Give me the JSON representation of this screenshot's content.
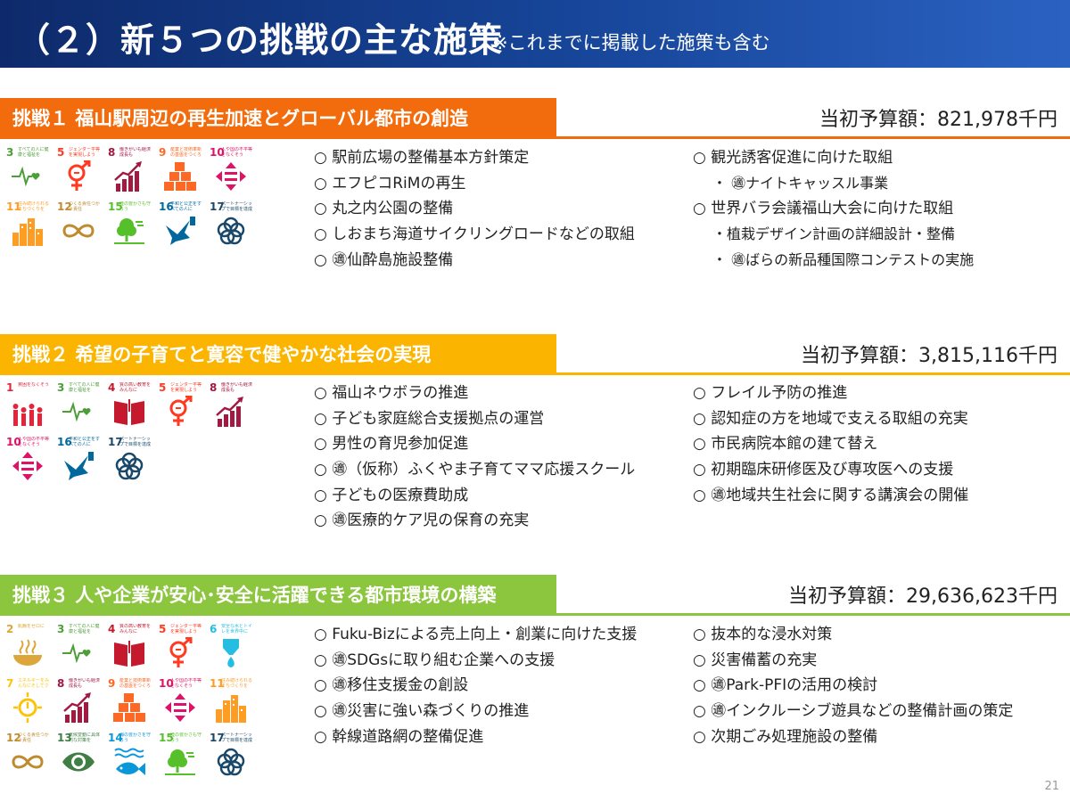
{
  "title": {
    "main": "（２）新５つの挑戦の主な施策",
    "sub": "※これまでに掲載した施策も含む"
  },
  "sections": [
    {
      "label": "挑戦１ 福山駅周辺の再生加速とグローバル都市の創造",
      "budget": "当初予算額：821,978千円",
      "accent": "#f26c0d",
      "sdgs": [
        {
          "n": "3",
          "cap": "すべての人に健康と福祉を",
          "icon": "heartbeat-icon",
          "color": "#4c9f38"
        },
        {
          "n": "5",
          "cap": "ジェンダー平等を実現しよう",
          "icon": "gender-icon",
          "color": "#ff3a21"
        },
        {
          "n": "8",
          "cap": "働きがいも経済成長も",
          "icon": "growth-icon",
          "color": "#a21942"
        },
        {
          "n": "9",
          "cap": "産業と技術革新の基盤をつくろう",
          "icon": "cubes-icon",
          "color": "#fd6925"
        },
        {
          "n": "10",
          "cap": "人や国の不平等をなくそう",
          "icon": "equality-icon",
          "color": "#dd1367"
        },
        {
          "n": "11",
          "cap": "住み続けられるまちづくりを",
          "icon": "city-icon",
          "color": "#fd9d24"
        },
        {
          "n": "12",
          "cap": "つくる責任つかう責任",
          "icon": "infinity-icon",
          "color": "#bf8b2e"
        },
        {
          "n": "15",
          "cap": "陸の豊かさも守ろう",
          "icon": "tree-icon",
          "color": "#56c02b"
        },
        {
          "n": "16",
          "cap": "平和と公正をすべての人に",
          "icon": "dove-icon",
          "color": "#00689d"
        },
        {
          "n": "17",
          "cap": "パートナーシップで目標を達成しよう",
          "icon": "flower-icon",
          "color": "#19486a"
        }
      ],
      "left": [
        "○ 駅前広場の整備基本方針策定",
        "○ エフピコRiMの再生",
        "○ 丸之内公園の整備",
        "○ しおまち海道サイクリングロードなどの取組",
        "○ ㊜仙酔島施設整備"
      ],
      "right": [
        {
          "t": "○ 観光誘客促進に向けた取組",
          "sub": false
        },
        {
          "t": "・ ㊜ナイトキャッスル事業",
          "sub": true
        },
        {
          "t": "○ 世界バラ会議福山大会に向けた取組",
          "sub": false
        },
        {
          "t": "・植栽デザイン計画の詳細設計・整備",
          "sub": true
        },
        {
          "t": "・ ㊜ばらの新品種国際コンテストの実施",
          "sub": true
        }
      ]
    },
    {
      "label": "挑戦２ 希望の子育てと寛容で健やかな社会の実現",
      "budget": "当初予算額：3,815,116千円",
      "accent": "#fbb500",
      "sdgs": [
        {
          "n": "1",
          "cap": "貧困をなくそう",
          "icon": "family-icon",
          "color": "#e5243b"
        },
        {
          "n": "3",
          "cap": "すべての人に健康と福祉を",
          "icon": "heartbeat-icon",
          "color": "#4c9f38"
        },
        {
          "n": "4",
          "cap": "質の高い教育をみんなに",
          "icon": "book-icon",
          "color": "#c5192d"
        },
        {
          "n": "5",
          "cap": "ジェンダー平等を実現しよう",
          "icon": "gender-icon",
          "color": "#ff3a21"
        },
        {
          "n": "8",
          "cap": "働きがいも経済成長も",
          "icon": "growth-icon",
          "color": "#a21942"
        },
        {
          "n": "10",
          "cap": "人や国の不平等をなくそう",
          "icon": "equality-icon",
          "color": "#dd1367"
        },
        {
          "n": "16",
          "cap": "平和と公正をすべての人に",
          "icon": "dove-icon",
          "color": "#00689d"
        },
        {
          "n": "17",
          "cap": "パートナーシップで目標を達成しよう",
          "icon": "flower-icon",
          "color": "#19486a"
        }
      ],
      "left": [
        "○ 福山ネウボラの推進",
        "○ 子ども家庭総合支援拠点の運営",
        "○ 男性の育児参加促進",
        "○ ㊜（仮称）ふくやま子育てママ応援スクール",
        "○ 子どもの医療費助成",
        "○ ㊜医療的ケア児の保育の充実"
      ],
      "right": [
        {
          "t": "○ フレイル予防の推進",
          "sub": false
        },
        {
          "t": "○ 認知症の方を地域で支える取組の充実",
          "sub": false
        },
        {
          "t": "○ 市民病院本館の建て替え",
          "sub": false
        },
        {
          "t": "○ 初期臨床研修医及び専攻医への支援",
          "sub": false
        },
        {
          "t": "○ ㊜地域共生社会に関する講演会の開催",
          "sub": false
        }
      ]
    },
    {
      "label": "挑戦３ 人や企業が安心･安全に活躍できる都市環境の構築",
      "budget": "当初予算額：29,636,623千円",
      "accent": "#8cc63e",
      "sdgs": [
        {
          "n": "2",
          "cap": "飢餓をゼロに",
          "icon": "bowl-icon",
          "color": "#dda63a"
        },
        {
          "n": "3",
          "cap": "すべての人に健康と福祉を",
          "icon": "heartbeat-icon",
          "color": "#4c9f38"
        },
        {
          "n": "4",
          "cap": "質の高い教育をみんなに",
          "icon": "book-icon",
          "color": "#c5192d"
        },
        {
          "n": "5",
          "cap": "ジェンダー平等を実現しよう",
          "icon": "gender-icon",
          "color": "#ff3a21"
        },
        {
          "n": "6",
          "cap": "安全な水とトイレを世界中に",
          "icon": "water-icon",
          "color": "#26bde2"
        },
        {
          "n": "7",
          "cap": "エネルギーをみんなにそしてクリーンに",
          "icon": "sun-icon",
          "color": "#fcc30b"
        },
        {
          "n": "8",
          "cap": "働きがいも経済成長も",
          "icon": "growth-icon",
          "color": "#a21942"
        },
        {
          "n": "9",
          "cap": "産業と技術革新の基盤をつくろう",
          "icon": "cubes-icon",
          "color": "#fd6925"
        },
        {
          "n": "10",
          "cap": "人や国の不平等をなくそう",
          "icon": "equality-icon",
          "color": "#dd1367"
        },
        {
          "n": "11",
          "cap": "住み続けられるまちづくりを",
          "icon": "city-icon",
          "color": "#fd9d24"
        },
        {
          "n": "12",
          "cap": "つくる責任つかう責任",
          "icon": "infinity-icon",
          "color": "#bf8b2e"
        },
        {
          "n": "13",
          "cap": "気候変動に具体的な対策を",
          "icon": "eye-globe-icon",
          "color": "#3f7e44"
        },
        {
          "n": "14",
          "cap": "海の豊かさを守ろう",
          "icon": "fish-icon",
          "color": "#0a97d9"
        },
        {
          "n": "15",
          "cap": "陸の豊かさも守ろう",
          "icon": "tree-icon",
          "color": "#56c02b"
        },
        {
          "n": "17",
          "cap": "パートナーシップで目標を達成しよう",
          "icon": "flower-icon",
          "color": "#19486a"
        }
      ],
      "left": [
        "○ Fuku-Bizによる売上向上・創業に向けた支援",
        "○ ㊜SDGsに取り組む企業への支援",
        "○ ㊜移住支援金の創設",
        "○ ㊜災害に強い森づくりの推進",
        "○ 幹線道路網の整備促進"
      ],
      "right": [
        {
          "t": "○ 抜本的な浸水対策",
          "sub": false
        },
        {
          "t": "○ 災害備蓄の充実",
          "sub": false
        },
        {
          "t": "○ ㊜Park-PFIの活用の検討",
          "sub": false
        },
        {
          "t": "○ ㊜インクルーシブ遊具などの整備計画の策定",
          "sub": false
        },
        {
          "t": "○ 次期ごみ処理施設の整備",
          "sub": false
        }
      ]
    }
  ],
  "page_number": "21"
}
